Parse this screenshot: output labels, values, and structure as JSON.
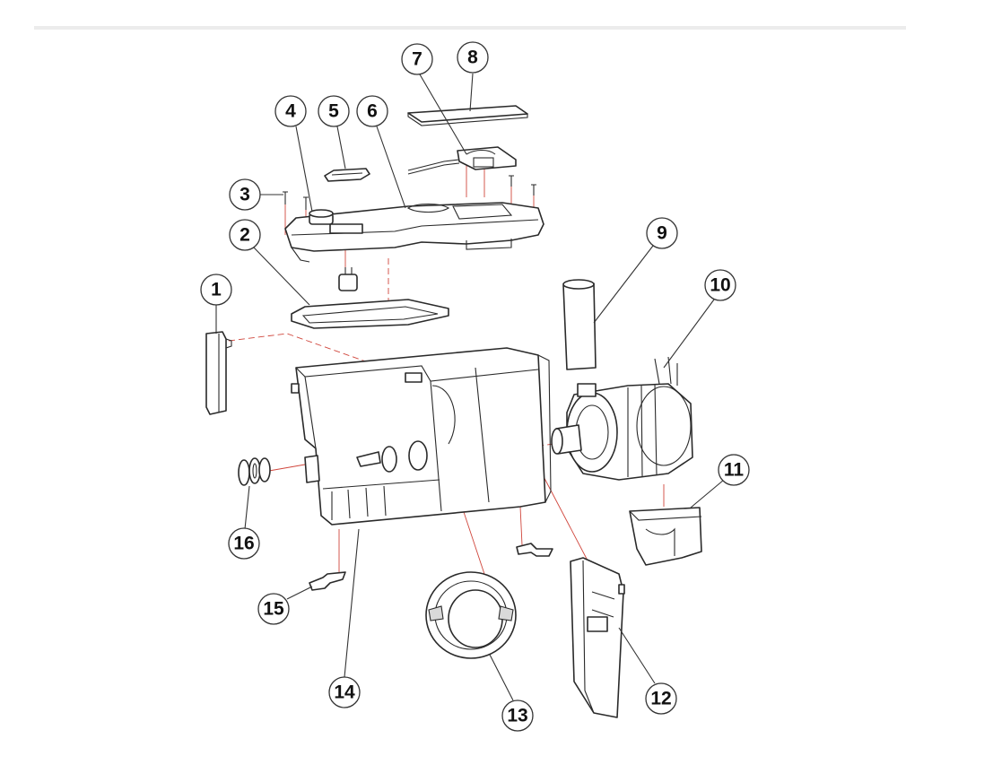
{
  "callouts": [
    {
      "id": "1",
      "label": "1"
    },
    {
      "id": "2",
      "label": "2"
    },
    {
      "id": "3",
      "label": "3"
    },
    {
      "id": "4",
      "label": "4"
    },
    {
      "id": "5",
      "label": "5"
    },
    {
      "id": "6",
      "label": "6"
    },
    {
      "id": "7",
      "label": "7"
    },
    {
      "id": "8",
      "label": "8"
    },
    {
      "id": "9",
      "label": "9"
    },
    {
      "id": "10",
      "label": "10"
    },
    {
      "id": "11",
      "label": "11"
    },
    {
      "id": "12",
      "label": "12"
    },
    {
      "id": "13",
      "label": "13"
    },
    {
      "id": "14",
      "label": "14"
    },
    {
      "id": "15",
      "label": "15"
    },
    {
      "id": "16",
      "label": "16"
    }
  ],
  "colors": {
    "line": "#2a2a2a",
    "assembly_line": "#d0463c",
    "top_bar": "#ececec"
  }
}
